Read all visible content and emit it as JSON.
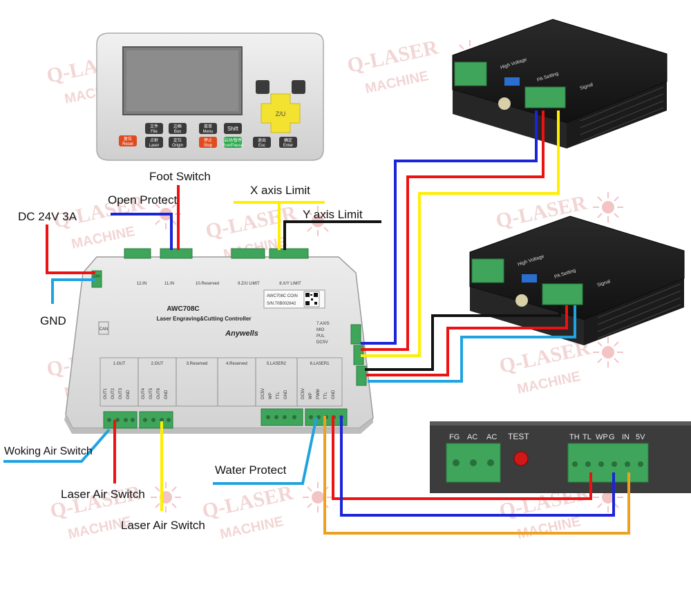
{
  "watermark": {
    "line1": "Q-LASER",
    "line2": "MACHINE"
  },
  "labels": {
    "foot_switch": "Foot Switch",
    "open_protect": "Open Protect",
    "dc_power": "DC 24V 3A",
    "gnd": "GND",
    "x_axis_limit": "X axis Limit",
    "y_axis_limit": "Y axis Limit",
    "working_air_switch": "Woking Air Switch",
    "laser_air_switch_1": "Laser Air Switch",
    "laser_air_switch_2": "Laser Air Switch",
    "water_protect": "Water Protect"
  },
  "controller": {
    "model": "AWC708C",
    "subtitle": "Laser Engraving&Cutting Controller",
    "brand": "Anywells",
    "sticker_model": "AWC708C COIN",
    "serial": "S/N:70B002642",
    "sections": [
      "1.OUT",
      "2.OUT",
      "3.Reserved",
      "4.Reserved",
      "5.LASER2",
      "6.LASER1"
    ],
    "top_sections": [
      "12.IN",
      "11.IN",
      "10.Reserved",
      "9.Z/U LIMIT",
      "8.X/Y LIMIT"
    ],
    "side_labels": [
      "7.AXIS",
      "MIO",
      "PUL",
      "DCSV"
    ],
    "out1_pins": [
      "OUT1",
      "OUT2",
      "OUT3",
      "GND"
    ],
    "out2_pins": [
      "OUT4",
      "OUT5",
      "OUT6",
      "GND"
    ],
    "laser2_pins": [
      "DC5V",
      "WP",
      "TTL",
      "GND"
    ],
    "laser1_pins": [
      "DC5V",
      "WP",
      "PWM",
      "TTL",
      "GND"
    ],
    "left_label": "CAN",
    "power_label": "24V"
  },
  "panel": {
    "keys": [
      {
        "cn": "文件",
        "en": "File",
        "color": "#3a3a3a"
      },
      {
        "cn": "边框",
        "en": "Box",
        "color": "#3a3a3a"
      },
      {
        "cn": "菜单",
        "en": "Menu",
        "color": "#3a3a3a"
      },
      {
        "en": "Shift",
        "color": "#3a3a3a"
      },
      {
        "cn": "复位",
        "en": "Reset",
        "color": "#e04a1f"
      },
      {
        "cn": "点射",
        "en": "Laser",
        "color": "#3a3a3a"
      },
      {
        "cn": "定位",
        "en": "Origin",
        "color": "#3a3a3a"
      },
      {
        "cn": "停止",
        "en": "Stop",
        "color": "#e04a1f"
      },
      {
        "cn": "启动/暂停",
        "en": "Run/Pause",
        "color": "#2aa84a"
      },
      {
        "cn": "退出",
        "en": "Esc",
        "color": "#3a3a3a"
      },
      {
        "cn": "确定",
        "en": "Enter",
        "color": "#3a3a3a"
      }
    ],
    "dpad_center": "Z/U"
  },
  "driver": {
    "labels": [
      "High Voltage",
      "PA Setting",
      "Signal"
    ]
  },
  "psu": {
    "left_terminals": [
      "FG",
      "AC",
      "AC"
    ],
    "test_label": "TEST",
    "right_terminals": [
      "TH",
      "TL",
      "WP",
      "G",
      "IN",
      "5V"
    ]
  },
  "colors": {
    "red": "#ee1111",
    "blue": "#1a24d8",
    "yellow": "#ffee00",
    "black": "#111111",
    "light_blue": "#1fa3e0",
    "orange": "#f0a020",
    "terminal_green": "#3fa55a",
    "controller_body": "#e2e2e2"
  }
}
